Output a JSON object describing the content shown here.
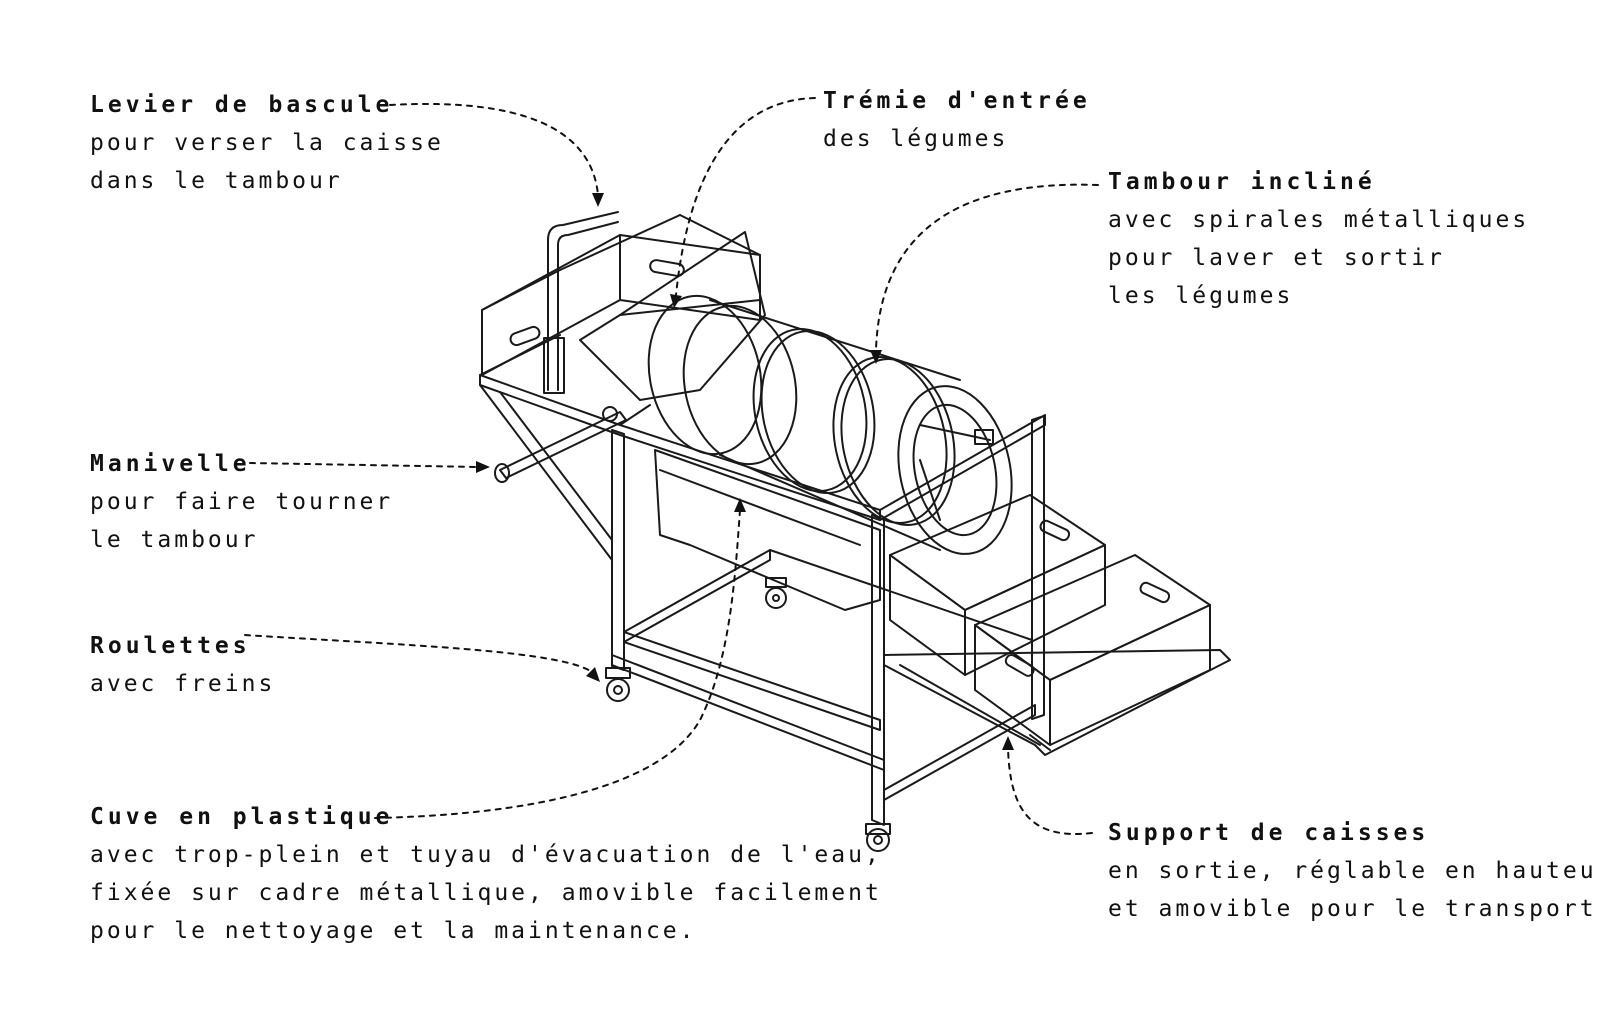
{
  "labels": {
    "levier": {
      "title": "Levier de bascule",
      "lines": [
        "pour verser la caisse",
        "dans le tambour"
      ]
    },
    "tremie": {
      "title": "Trémie d'entrée",
      "lines": [
        "des légumes"
      ]
    },
    "tambour": {
      "title": "Tambour incliné",
      "lines": [
        "avec spirales métalliques",
        "pour laver et sortir",
        "les légumes"
      ]
    },
    "manivelle": {
      "title": "Manivelle",
      "lines": [
        "pour faire tourner",
        "le tambour"
      ]
    },
    "roulettes": {
      "title": "Roulettes",
      "lines": [
        "avec freins"
      ]
    },
    "cuve": {
      "title": "Cuve en plastique",
      "lines": [
        "avec trop-plein et tuyau d'évacuation de l'eau,",
        "fixée sur cadre métallique, amovible facilement",
        "pour le nettoyage et la maintenance."
      ]
    },
    "support": {
      "title": "Support de caisses",
      "lines": [
        "en sortie, réglable en hauteur",
        "et amovible pour le transport"
      ]
    }
  },
  "colors": {
    "ink": "#111111",
    "background": "#ffffff"
  }
}
